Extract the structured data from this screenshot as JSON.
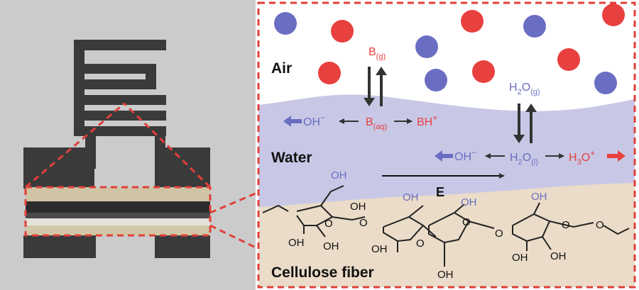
{
  "colors": {
    "red": "#e8403f",
    "blue": "#6a6ec2",
    "water": "#c8c8e6",
    "fiber": "#eadcc8",
    "photo_bg": "#c9c9c9",
    "dash": "#e0403a",
    "dark": "#333333"
  },
  "left_photo": {
    "description_icon": "printed-sensor-photo",
    "inset": "cross-section-photo"
  },
  "phases": {
    "air": "Air",
    "water": "Water",
    "fiber": "Cellulose fiber"
  },
  "species": {
    "b_gas": {
      "base": "B",
      "sub": "(g)"
    },
    "b_aq": {
      "base": "B",
      "sub": "(aq)"
    },
    "bh_plus": {
      "base": "BH",
      "sup": "+"
    },
    "oh_left": {
      "base": "OH",
      "sup": "−"
    },
    "h2o_gas": {
      "b1": "H",
      "s1": "2",
      "b2": "O",
      "s2": "(g)"
    },
    "h2o_liq": {
      "b1": "H",
      "s1": "2",
      "b2": "O",
      "s2": "(l)"
    },
    "oh_right": {
      "base": "OH",
      "sup": "−"
    },
    "h3o_plus": {
      "b1": "H",
      "s1": "3",
      "b2": "O",
      "sup": "+"
    }
  },
  "field_label": "E",
  "cellulose_labels": {
    "oh": "OH",
    "o": "O"
  }
}
